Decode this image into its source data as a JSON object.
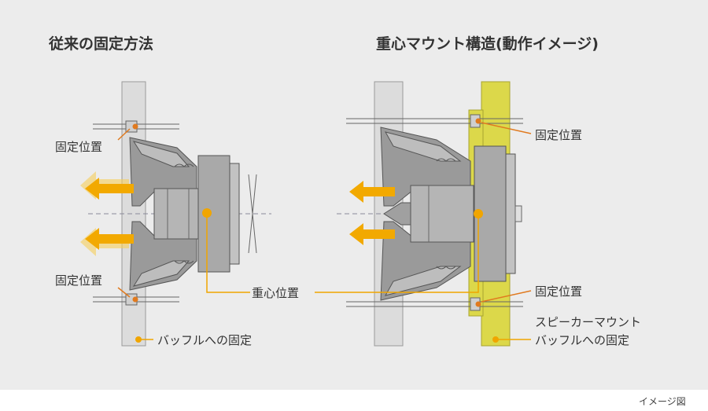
{
  "left": {
    "title": "従来の固定方法",
    "fix_label_top": "固定位置",
    "fix_label_bottom": "固定位置",
    "baffle_label": "バッフルへの固定"
  },
  "right": {
    "title": "重心マウント構造(動作イメージ)",
    "fix_label_top": "固定位置",
    "fix_label_bottom": "固定位置",
    "mount_label_line1": "スピーカーマウント",
    "mount_label_line2": "バッフルへの固定"
  },
  "center_label": "重心位置",
  "caption": "イメージ図",
  "colors": {
    "panel": "#ececec",
    "baffle": "#dcdcdc",
    "frame": "#8c8c8c",
    "magnet": "#a9a9a9",
    "arrow": "#f2a900",
    "arrow_glow": "#f7cf5a",
    "mount": "#dcd84a",
    "marker": "#f0a500",
    "fix_line": "#e07a1f",
    "text": "#333333"
  }
}
